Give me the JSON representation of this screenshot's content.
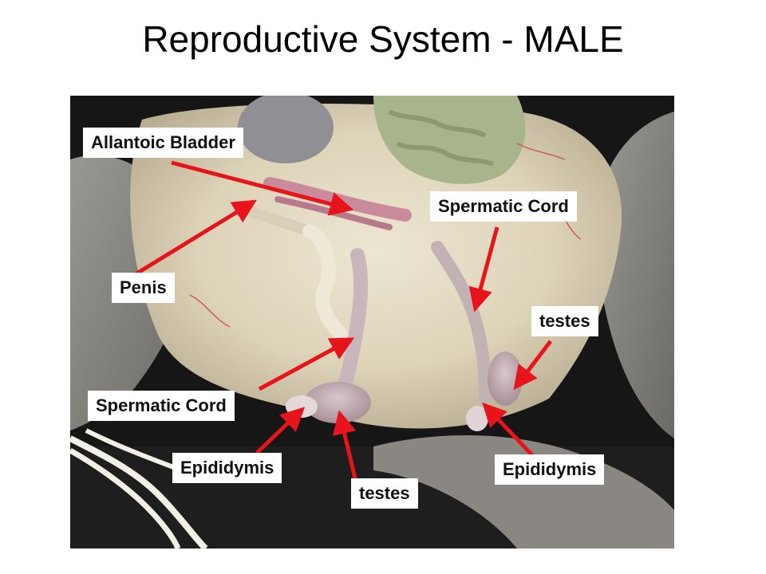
{
  "title": "Reproductive System - MALE",
  "labels": {
    "allantoic_bladder": "Allantoic Bladder",
    "spermatic_cord_right": "Spermatic Cord",
    "penis": "Penis",
    "testes_right": "testes",
    "spermatic_cord_left": "Spermatic Cord",
    "epididymis_left": "Epididymis",
    "epididymis_right": "Epididymis",
    "testes_bottom": "testes"
  },
  "colors": {
    "arrow": "#e8141b",
    "label_bg": "#ffffff",
    "photo_background": "#1a1a1a"
  }
}
